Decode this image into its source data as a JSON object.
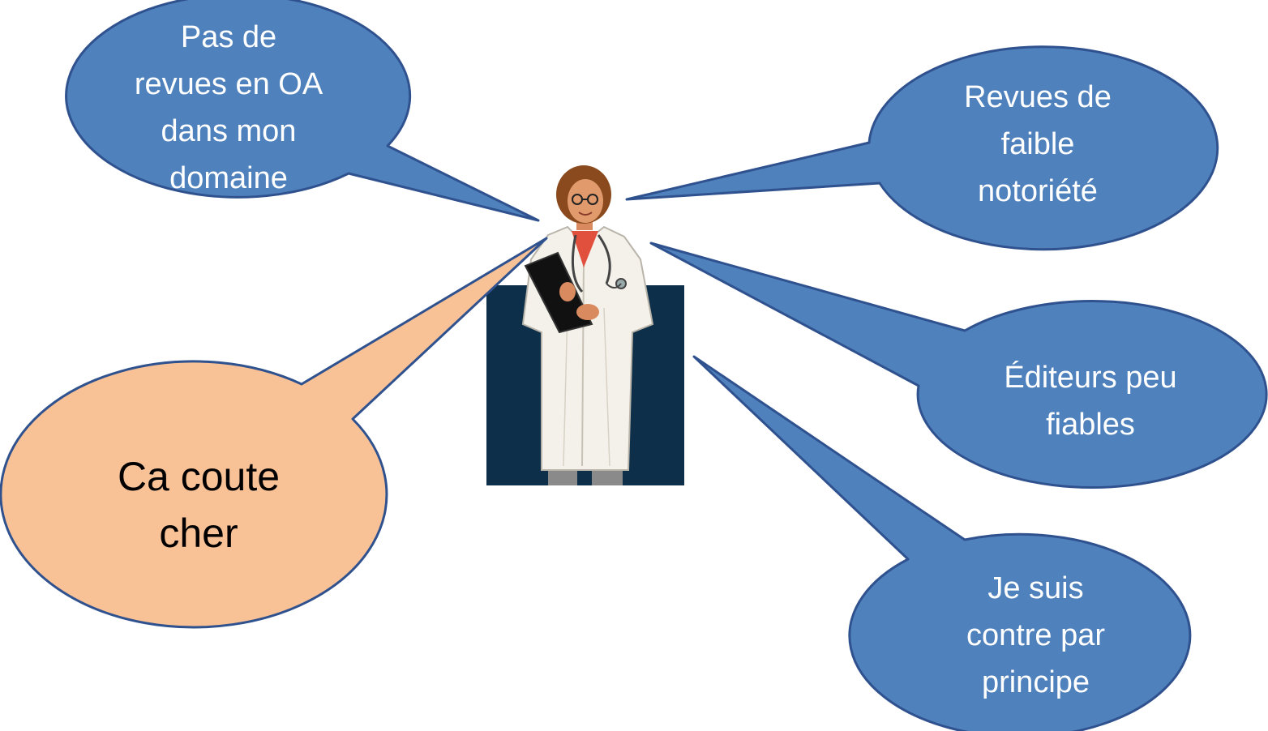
{
  "bubbles": {
    "pas_de_revues": {
      "lines": [
        "Pas de",
        "revues en OA",
        "dans mon",
        "domaine"
      ]
    },
    "revues_faible": {
      "lines": [
        "Revues de",
        "faible",
        "notoriété"
      ]
    },
    "editeurs": {
      "lines": [
        "Éditeurs peu",
        "fiables"
      ]
    },
    "contre": {
      "lines": [
        "Je suis",
        "contre par",
        "principe"
      ]
    },
    "coute_cher": {
      "lines": [
        "Ca coute",
        "cher"
      ]
    }
  },
  "colors": {
    "blue_fill": "#4f81bd",
    "blue_stroke": "#2f528f",
    "orange_fill": "#f8c196",
    "orange_stroke": "#2f528f",
    "backdrop": "#0d2f4a",
    "coat": "#f4f1ea"
  },
  "icons": {
    "figure": "doctor-with-clipboard-icon"
  }
}
